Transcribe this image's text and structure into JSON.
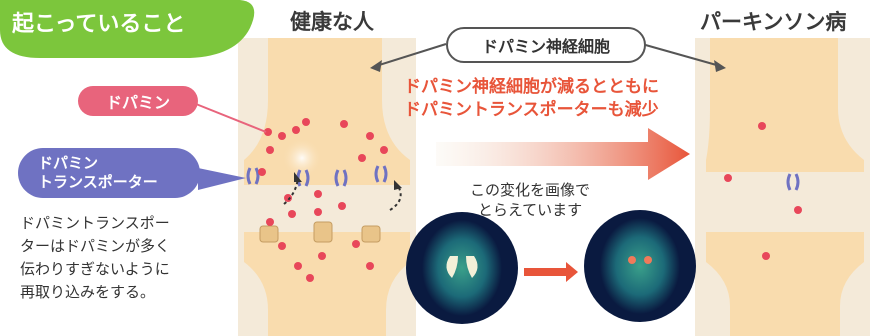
{
  "badge": {
    "title": "起こっていること"
  },
  "healthy": {
    "title": "健康な人"
  },
  "parkinson": {
    "title": "パーキンソン病"
  },
  "neuron_label": "ドパミン神経細胞",
  "change_note": "ドパミン神経細胞が減るとともに\nドパミントランスポーターも減少",
  "dopamine_label": "ドパミン",
  "transporter_label": "ドパミン\nトランスポーター",
  "description": "ドパミントランスポー\nターはドパミンが多く\n伝わりすぎないように\n再取り込みをする。",
  "imaging_caption": "この変化を画像で\nとらえています",
  "colors": {
    "neuron": "#f9dcae",
    "neuron_bg": "#f4ead9",
    "dopamine": "#e8475a",
    "transporter": "#6f72c2",
    "accent": "#e8553a",
    "badge": "#7cc63c"
  }
}
